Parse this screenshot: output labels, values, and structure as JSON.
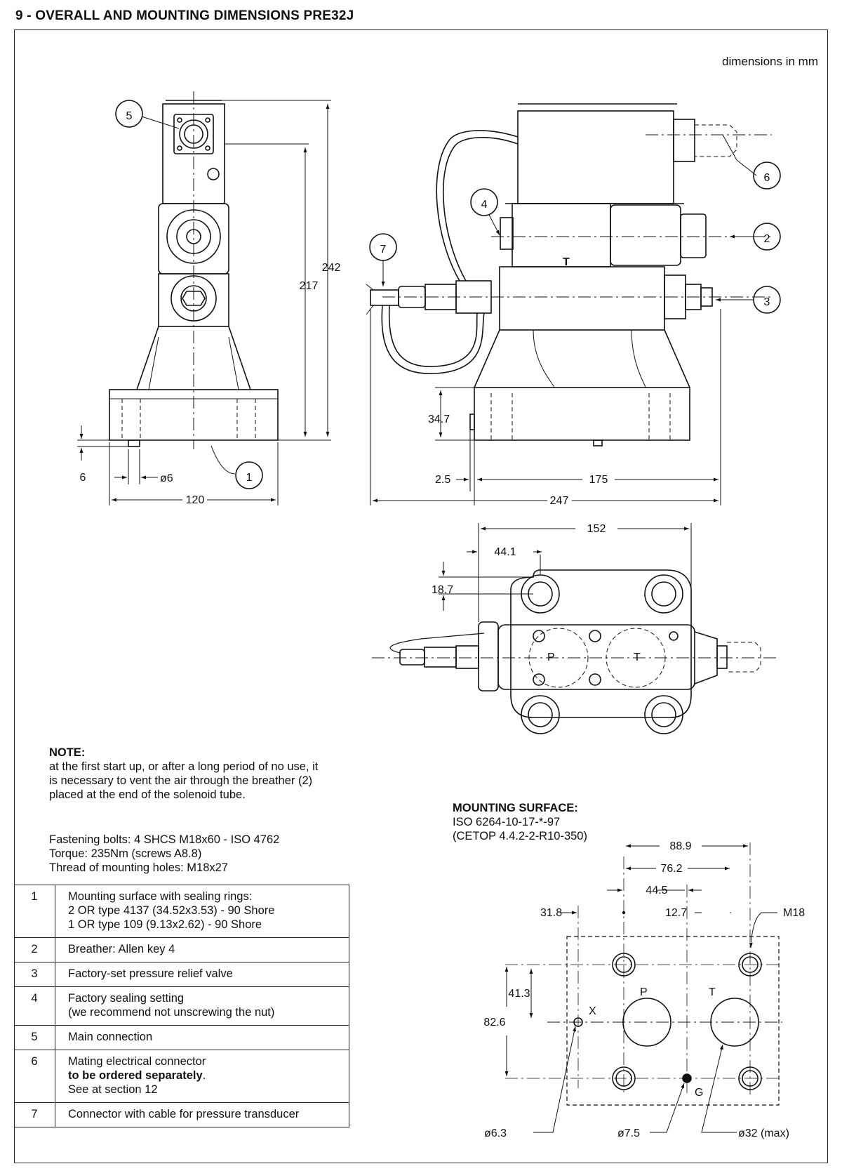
{
  "header": {
    "title": "9 - OVERALL AND MOUNTING DIMENSIONS PRE32J",
    "units": "dimensions in mm"
  },
  "dims": {
    "d242": "242",
    "d217": "217",
    "d6": "6",
    "d_o6": "ø6",
    "d120": "120",
    "d34_7": "34.7",
    "d2_5": "2.5",
    "d175": "175",
    "d247": "247",
    "d152": "152",
    "d44_1": "44.1",
    "d18_7": "18.7"
  },
  "callouts": [
    "1",
    "2",
    "3",
    "4",
    "5",
    "6",
    "7"
  ],
  "valve_labels": {
    "t_top": "T",
    "p": "P",
    "t": "T"
  },
  "note": {
    "heading": "NOTE:",
    "lines": [
      "at the first start up, or after a long period of no use, it",
      "is necessary to vent the air through the breather (2)",
      "placed at the end of the solenoid tube."
    ]
  },
  "bolts": [
    "Fastening bolts:  4 SHCS M18x60 - ISO 4762",
    "Torque: 235Nm (screws A8.8)",
    "Thread of mounting holes: M18x27"
  ],
  "mounting": {
    "heading": "MOUNTING SURFACE:",
    "line1": "ISO 6264-10-17-*-97",
    "line2": "(CETOP 4.4.2-2-R10-350)",
    "dims": {
      "d88_9": "88.9",
      "d76_2": "76.2",
      "d44_5": "44.5",
      "d31_8": "31.8",
      "d12_7": "12.7",
      "m18": "M18",
      "d41_3": "41.3",
      "d82_6": "82.6",
      "p": "P",
      "t": "T",
      "x": "X",
      "g": "G",
      "o6_3": "ø6.3",
      "o7_5": "ø7.5",
      "o32": "ø32 (max)"
    }
  },
  "parts": [
    {
      "n": "1",
      "lines": [
        "Mounting surface with sealing rings:",
        "2 OR type 4137 (34.52x3.53) - 90 Shore",
        "1 OR type 109 (9.13x2.62) - 90 Shore"
      ]
    },
    {
      "n": "2",
      "lines": [
        "Breather: Allen key 4"
      ]
    },
    {
      "n": "3",
      "lines": [
        "Factory-set pressure relief valve"
      ]
    },
    {
      "n": "4",
      "lines": [
        "Factory sealing setting",
        "(we recommend not unscrewing the nut)"
      ]
    },
    {
      "n": "5",
      "lines": [
        "Main connection"
      ]
    },
    {
      "n": "6",
      "line1": "Mating electrical connector",
      "line2": "to be ordered separately",
      "line2_tail": ".",
      "line3": "See at section 12"
    },
    {
      "n": "7",
      "lines": [
        "Connector with cable for pressure transducer"
      ]
    }
  ]
}
